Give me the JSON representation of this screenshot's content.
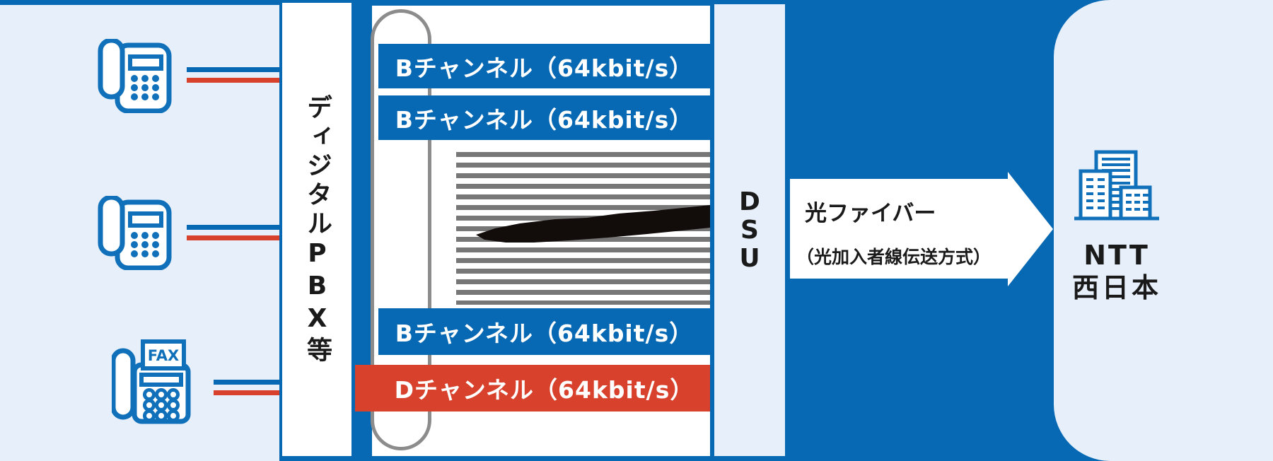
{
  "left": {
    "devices": [
      {
        "kind": "phone"
      },
      {
        "kind": "phone"
      },
      {
        "kind": "fax",
        "label": "FAX"
      }
    ]
  },
  "pbx": {
    "label": "ディジタルPBX等"
  },
  "bundle": {
    "bars": [
      {
        "type": "B",
        "label": "Bチャンネル（64kbit/s）",
        "color": "#0768b4"
      },
      {
        "type": "B",
        "label": "Bチャンネル（64kbit/s）",
        "color": "#0768b4"
      },
      {
        "type": "B",
        "label": "Bチャンネル（64kbit/s）",
        "color": "#0768b4"
      },
      {
        "type": "D",
        "label": "Dチャンネル（64kbit/s）",
        "color": "#d8412c"
      }
    ]
  },
  "dsu": {
    "label": "DSU",
    "letters": [
      "D",
      "S",
      "U"
    ]
  },
  "fiber": {
    "title": "光ファイバー",
    "subtitle": "（光加入者線伝送方式）"
  },
  "ntt": {
    "line1": "NTT",
    "line2": "西日本"
  },
  "colors": {
    "brand_blue": "#0768b4",
    "light_blue": "#e7f0fa",
    "accent_red": "#d8412c",
    "icon_blue": "#1070ba",
    "capsule_gray": "#8c8c8c",
    "stripe_gray": "#777777",
    "text_black": "#1a1a1a",
    "white": "#ffffff"
  }
}
